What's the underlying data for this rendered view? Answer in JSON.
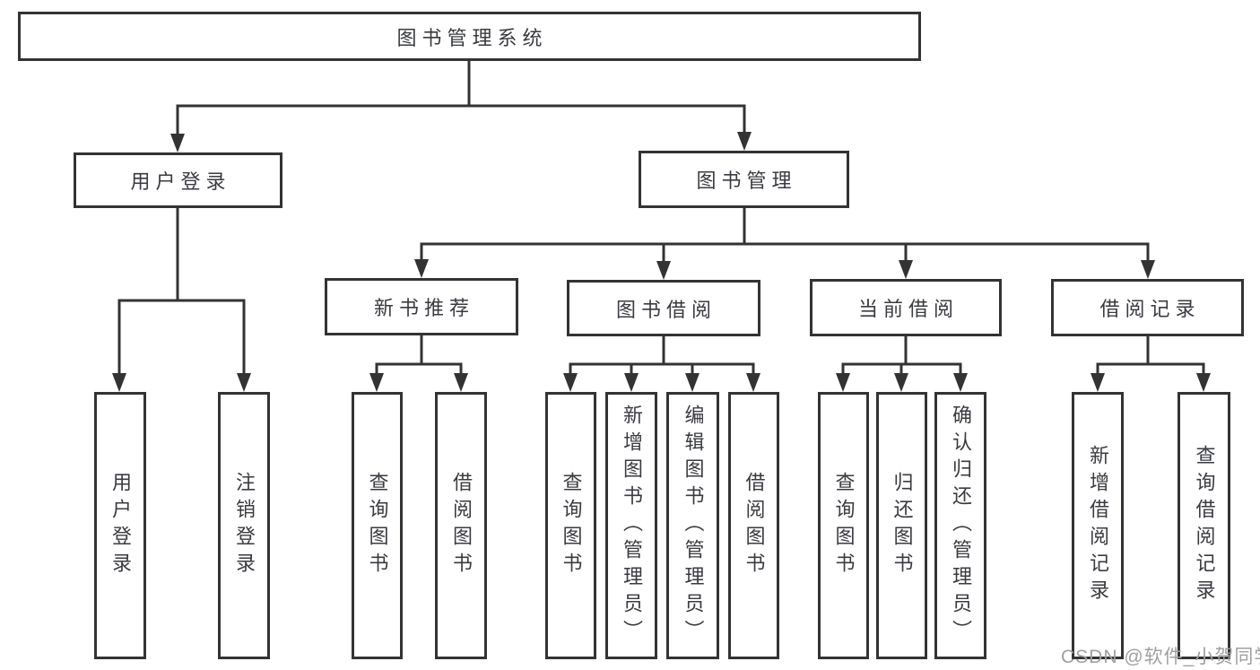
{
  "tree": {
    "root": {
      "label": "图书管理系统",
      "children": [
        {
          "label": "用户登录",
          "children": [
            {
              "label": "用户登录"
            },
            {
              "label": "注销登录"
            }
          ]
        },
        {
          "label": "图书管理",
          "children": [
            {
              "label": "新书推荐",
              "children": [
                {
                  "label": "查询图书"
                },
                {
                  "label": "借阅图书"
                }
              ]
            },
            {
              "label": "图书借阅",
              "children": [
                {
                  "label": "查询图书"
                },
                {
                  "label": "新增图书（管理员）"
                },
                {
                  "label": "编辑图书（管理员）"
                },
                {
                  "label": "借阅图书"
                }
              ]
            },
            {
              "label": "当前借阅",
              "children": [
                {
                  "label": "查询图书"
                },
                {
                  "label": "归还图书"
                },
                {
                  "label": "确认归还（管理员）"
                }
              ]
            },
            {
              "label": "借阅记录",
              "children": [
                {
                  "label": "新增借阅记录"
                },
                {
                  "label": "查询借阅记录"
                }
              ]
            }
          ]
        }
      ]
    }
  },
  "watermark": "CSDN @软件_小贺同学",
  "colors": {
    "line": "#333333",
    "text": "#3a3b40",
    "watermark": "#a0a0a0",
    "background": "#ffffff"
  }
}
